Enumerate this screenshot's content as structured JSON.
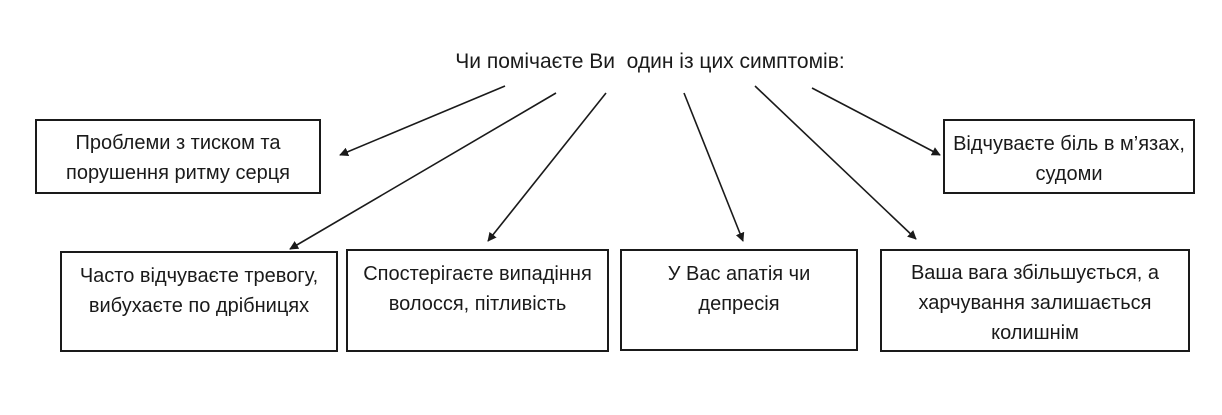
{
  "diagram": {
    "question": "Чи помічаєте Ви  один із цих симптомів:",
    "symptoms": {
      "pressure": "Проблеми з тиском та порушення ритму серця",
      "muscle": "Відчуваєте біль в м’язах, судоми",
      "anxiety": "Часто відчуваєте тревогу, вибухаєте по дрібницях",
      "hair": "Спостерігаєте випадіння волосся, пітливість",
      "apathy": "У Вас апатія чи депресія",
      "weight": "Ваша вага збільшується, а харчування залишається колишнім"
    },
    "edges": [
      {
        "from": "question",
        "to": "pressure"
      },
      {
        "from": "question",
        "to": "anxiety"
      },
      {
        "from": "question",
        "to": "hair"
      },
      {
        "from": "question",
        "to": "apathy"
      },
      {
        "from": "question",
        "to": "weight"
      },
      {
        "from": "question",
        "to": "muscle"
      }
    ],
    "line_color": "#1a1a1a"
  }
}
